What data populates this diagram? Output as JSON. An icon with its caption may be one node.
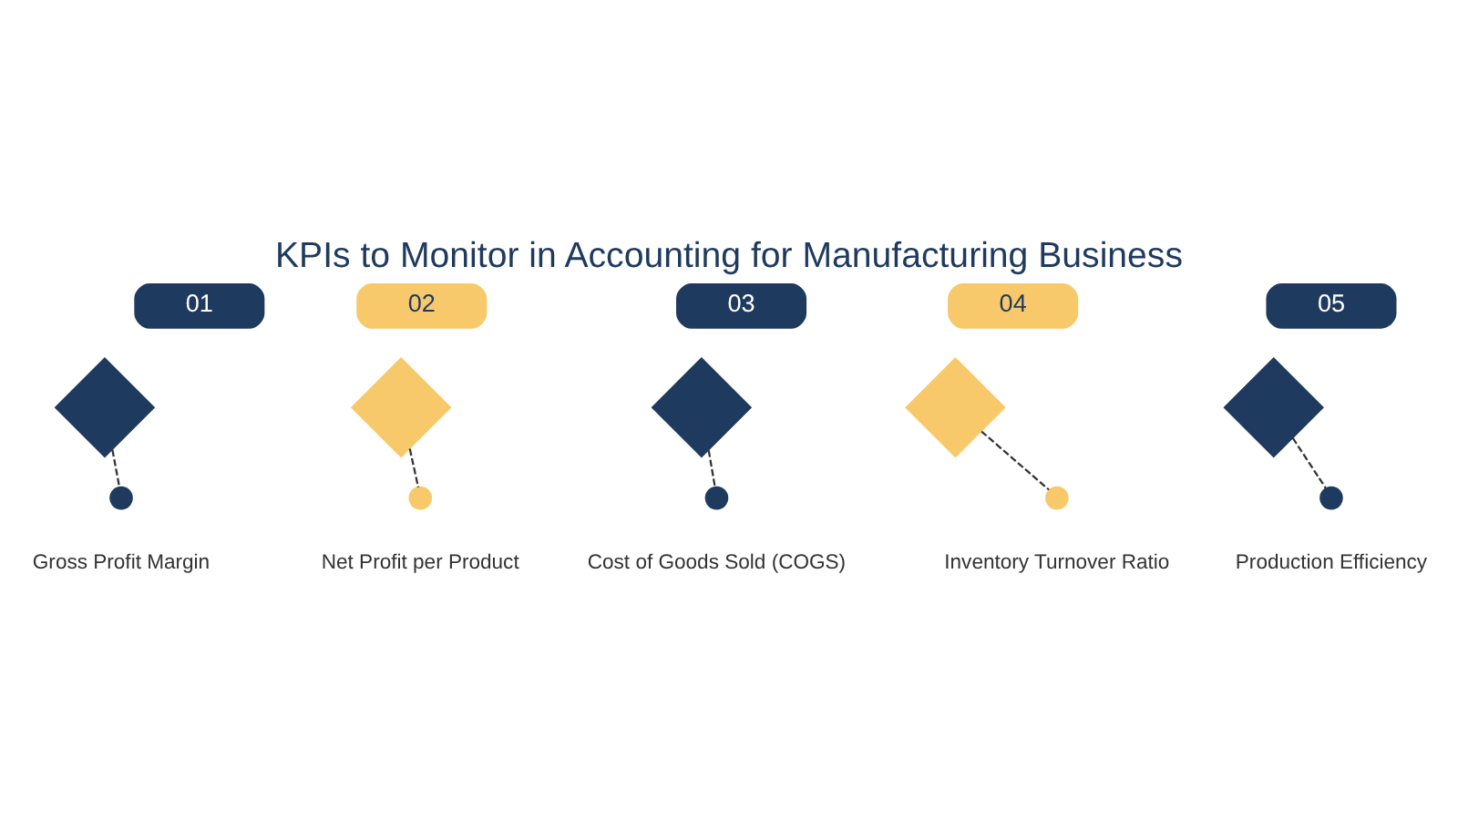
{
  "diagram": {
    "title": "KPIs to Monitor in Accounting for Manufacturing Business",
    "nodes": [
      {
        "text": [
          "01"
        ]
      },
      {
        "text": [],
        "shape": "diamond"
      },
      {
        "text": [],
        "shape": "circle",
        "beside": [
          "Gross Profit Margin"
        ]
      },
      {
        "text": [
          "02"
        ]
      },
      {
        "text": [],
        "shape": "diamond"
      },
      {
        "text": [],
        "shape": "circle",
        "beside": [
          "Net Profit per Product"
        ]
      },
      {
        "text": [
          "03"
        ]
      },
      {
        "text": [],
        "shape": "diamond"
      },
      {
        "text": [],
        "shape": "circle",
        "beside": [
          "Cost of Goods Sold (COGS)"
        ]
      },
      {
        "text": [
          "04"
        ]
      },
      {
        "text": [],
        "shape": "diamond"
      },
      {
        "text": [],
        "shape": "circle",
        "beside": [
          "Inventory Turnover Ratio"
        ]
      },
      {
        "text": [
          "05"
        ]
      },
      {
        "text": [],
        "shape": "diamond"
      },
      {
        "text": [],
        "shape": "circle",
        "beside": [
          "Production Efficiency"
        ]
      }
    ],
    "edges": [
      {
        "from": 1,
        "to": 2,
        "arrow": "none",
        "style": "dashed"
      },
      {
        "from": 4,
        "to": 5,
        "arrow": "none",
        "style": "dashed"
      },
      {
        "from": 7,
        "to": 8,
        "arrow": "none",
        "style": "dashed"
      },
      {
        "from": 10,
        "to": 11,
        "arrow": "none",
        "style": "dashed"
      },
      {
        "from": 13,
        "to": 14,
        "arrow": "none",
        "style": "dashed"
      }
    ]
  }
}
